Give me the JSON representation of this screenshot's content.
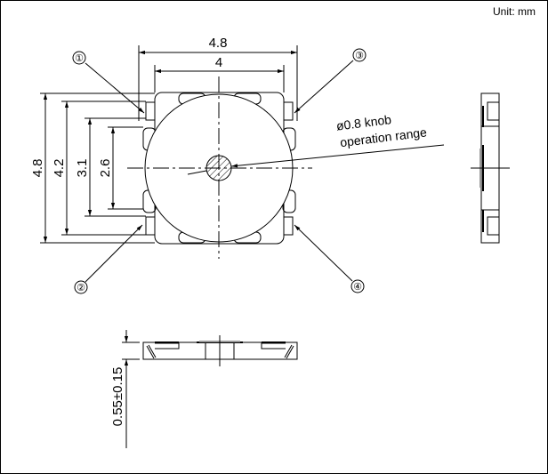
{
  "unit_label": "Unit: mm",
  "dimensions": {
    "width_outer": "4.8",
    "width_inner": "4",
    "height_outer": "4.8",
    "height_pins": "4.2",
    "height_31": "3.1",
    "height_26": "2.6",
    "thickness": "0.55±0.15"
  },
  "callout": {
    "line1": "ø0.8 knob",
    "line2": "operation range"
  },
  "pins": [
    "①",
    "②",
    "③",
    "④"
  ]
}
